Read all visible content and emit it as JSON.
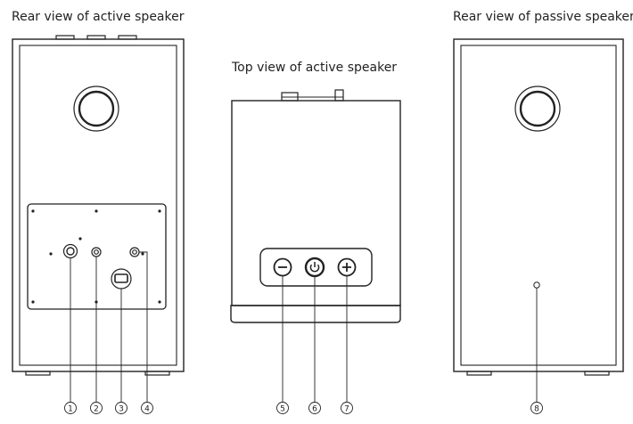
{
  "titles": {
    "rear_active": "Rear view of active speaker",
    "top_active": "Top view of active speaker",
    "rear_passive": "Rear view of passive speaker"
  },
  "callouts": [
    "1",
    "2",
    "3",
    "4",
    "5",
    "6",
    "7",
    "8"
  ],
  "icons": {
    "minus_button": "minus-icon",
    "power_button": "power-icon",
    "plus_button": "plus-icon"
  }
}
